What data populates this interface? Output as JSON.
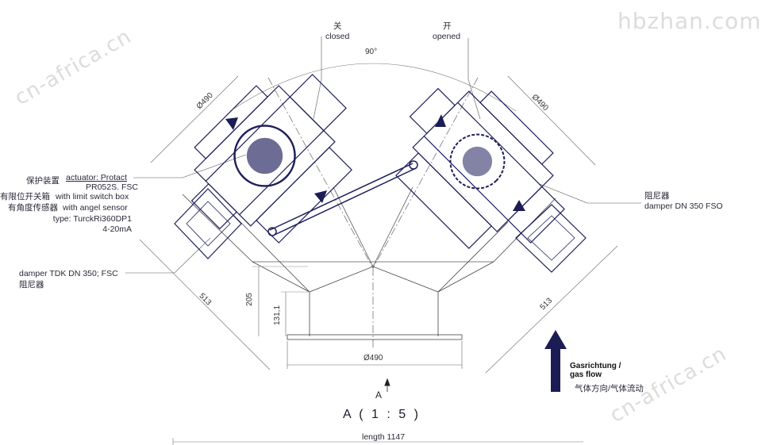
{
  "watermarks": {
    "left": "cn-africa.cn",
    "top_right": "hbzhan.com",
    "bottom_right": "cn-africa.cn"
  },
  "labels": {
    "closed_cn": "关",
    "closed_en": "closed",
    "opened_cn": "开",
    "opened_en": "opened",
    "angle": "90°",
    "dia_left": "Ø490",
    "dia_right": "Ø490",
    "dia_bottom": "Ø490",
    "protect_cn": "保护装置",
    "actuator_line1": "actuator: Protact",
    "actuator_line2": "PR052S. FSC",
    "limit_cn": "有限位开关箱",
    "limit_en": "with limit switch box",
    "angel_cn": "有角度传感器",
    "angel_en": "with angel sensor",
    "type_line": "type: TurckRi360DP1",
    "ma_line": "4-20mA",
    "damper_left_en": "damper TDK DN 350; FSC",
    "damper_left_cn": "阻尼器",
    "damper_right_cn": "阻尼器",
    "damper_right_en": "damper DN 350 FSO",
    "dim_205": "205",
    "dim_131": "131,1",
    "dim_513_left": "513",
    "dim_513_right": "513",
    "gas_line1": "Gasrichtung /",
    "gas_line2": "gas flow",
    "gas_cn": "气体方向/气体流动",
    "view_marker": "A",
    "view_title": "A ( 1 : 5 )",
    "length": "length 1147"
  },
  "colors": {
    "ink": "#1f1f5c",
    "line": "#3a3a4a",
    "thin": "#7a7a88",
    "arrow": "#1c1c55"
  }
}
